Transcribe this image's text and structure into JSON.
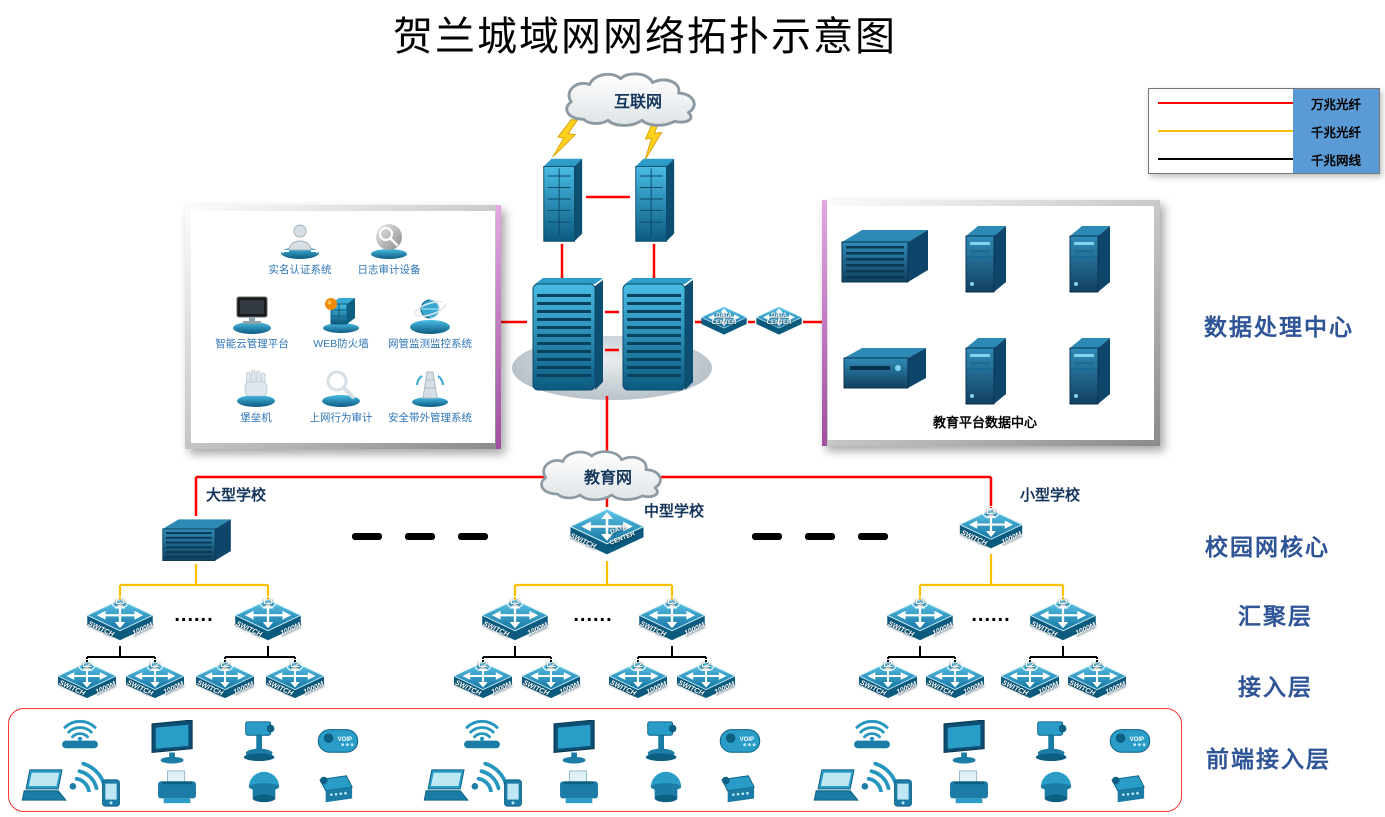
{
  "title": "贺兰城域网网络拓扑示意图",
  "legend": {
    "items": [
      {
        "label": "万兆光纤",
        "color": "#ff0000"
      },
      {
        "label": "千兆光纤",
        "color": "#ffc000"
      },
      {
        "label": "千兆网线",
        "color": "#000000"
      }
    ]
  },
  "clouds": {
    "internet": "互联网",
    "education": "教育网"
  },
  "security_panel": {
    "items": [
      {
        "label": "实名认证系统"
      },
      {
        "label": "日志审计设备"
      },
      {
        "label": "智能云管理平台"
      },
      {
        "label": "WEB防火墙"
      },
      {
        "label": "网管监测监控系统"
      },
      {
        "label": "堡垒机"
      },
      {
        "label": "上网行为审计"
      },
      {
        "label": "安全带外管理系统"
      }
    ]
  },
  "datacenter_panel": {
    "caption": "教育平台数据中心"
  },
  "side_labels": {
    "dc": "数据处理中心",
    "campus_core": "校园网核心",
    "aggregation": "汇聚层",
    "access": "接入层",
    "frontend": "前端接入层"
  },
  "schools": [
    {
      "name": "大型学校"
    },
    {
      "name": "中型学校"
    },
    {
      "name": "小型学校"
    }
  ],
  "switch_labels": {
    "name": "SWITCH",
    "speed": "1000M",
    "l3": "L3",
    "l2": "L2",
    "data": "DATA",
    "center": "CENTER"
  },
  "separators": {
    "dots": "......"
  },
  "frontend_labels": {
    "voip": "VOIP"
  }
}
